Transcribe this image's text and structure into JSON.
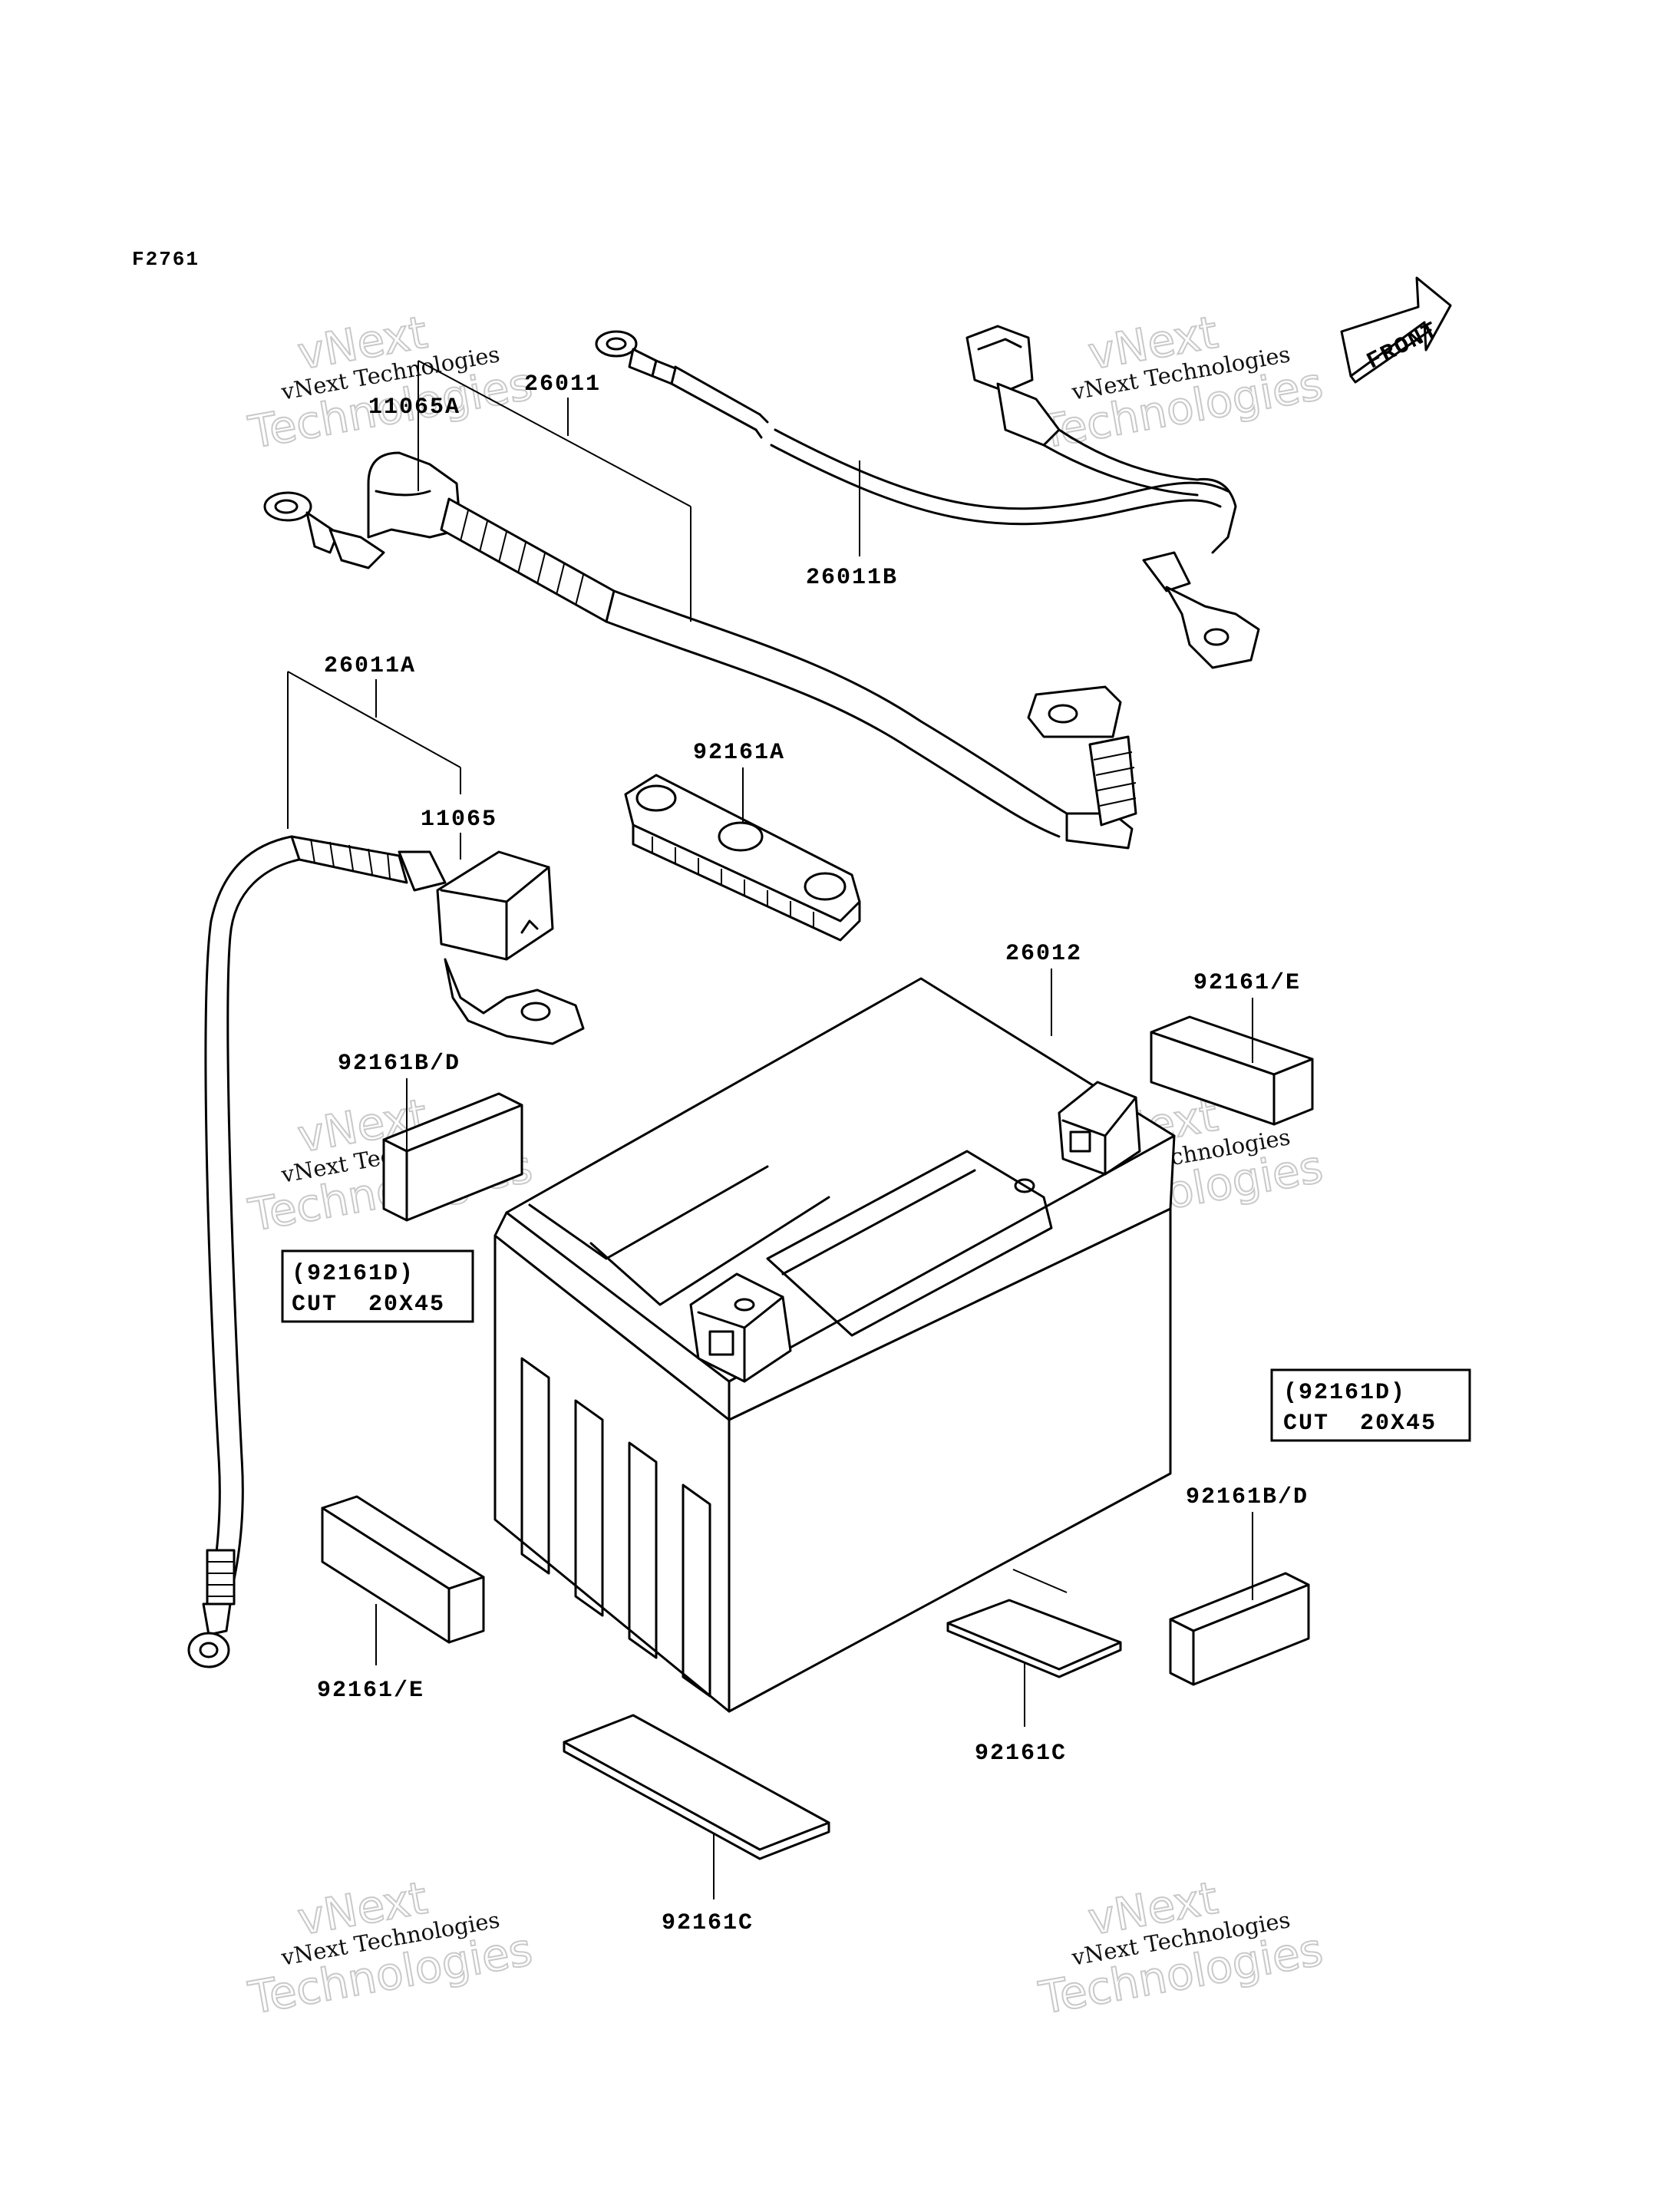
{
  "figure_code": "F2761",
  "front_label": "FRONT",
  "callouts": {
    "p26011": "26011",
    "p11065A": "11065A",
    "p26011B": "26011B",
    "p26011A": "26011A",
    "p11065": "11065",
    "p92161A": "92161A",
    "p26012": "26012",
    "p92161E_top": "92161/E",
    "p92161BD_left": "92161B/D",
    "p92161BD_right": "92161B/D",
    "p92161E_bottom": "92161/E",
    "p92161C_right": "92161C",
    "p92161C_bottom": "92161C"
  },
  "notes": [
    {
      "line1": "(92161D)",
      "line2": "CUT  20X45"
    },
    {
      "line1": "(92161D)",
      "line2": "CUT  20X45"
    }
  ],
  "watermark": {
    "line1": "vNext",
    "line2": "vNext Technologies",
    "line3": "Technologies"
  }
}
